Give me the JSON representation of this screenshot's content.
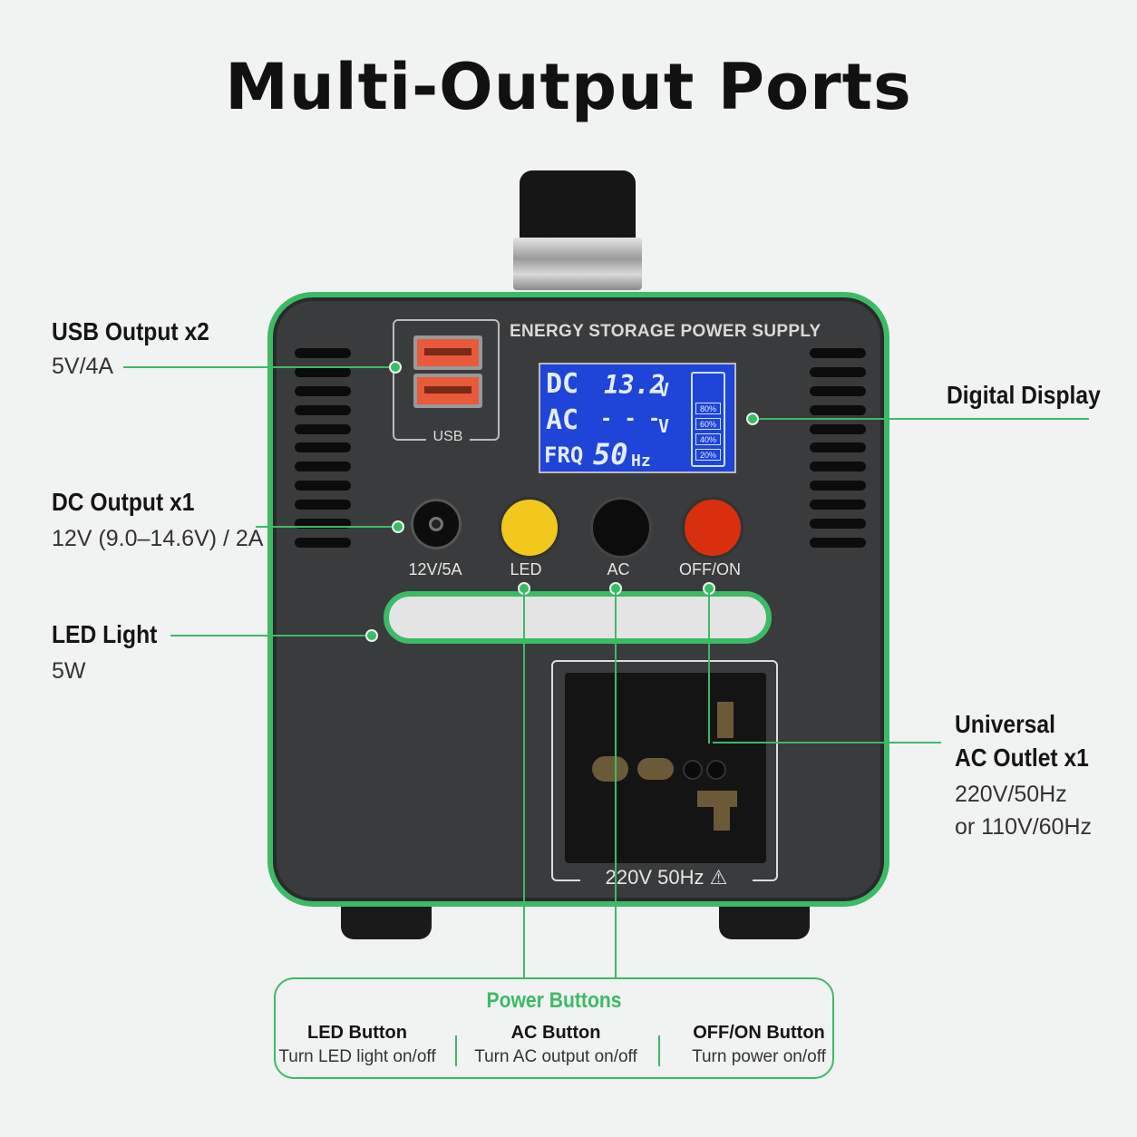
{
  "title": "Multi-Output Ports",
  "device": {
    "brand_text": "ENERGY STORAGE POWER SUPPLY",
    "usb_port_label": "USB",
    "lcd": {
      "dc_label": "DC",
      "dc_value": "13.2",
      "dc_unit": "V",
      "ac_label": "AC",
      "ac_value": "- - -",
      "ac_unit": "V",
      "frq_label": "FRQ",
      "frq_value": "50",
      "frq_unit": "Hz",
      "battery_levels": [
        "80%",
        "60%",
        "40%",
        "20%"
      ]
    },
    "dc_jack_label": "12V/5A",
    "buttons": [
      {
        "label": "LED",
        "color": "#f2c81e"
      },
      {
        "label": "AC",
        "color": "#0c0c0c"
      },
      {
        "label": "OFF/ON",
        "color": "#d8300e"
      }
    ],
    "outlet_label": "220V 50Hz ⚠"
  },
  "callouts": {
    "usb": {
      "title": "USB Output x2",
      "spec": "5V/4A"
    },
    "dc": {
      "title": "DC Output x1",
      "spec": "12V (9.0–14.6V) / 2A"
    },
    "led": {
      "title": "LED Light",
      "spec": "5W"
    },
    "display": {
      "title": "Digital Display"
    },
    "ac": {
      "title_line1": "Universal",
      "title_line2": "AC Outlet x1",
      "spec_line1": "220V/50Hz",
      "spec_line2": "or 110V/60Hz"
    }
  },
  "power_buttons": {
    "title": "Power Buttons",
    "items": [
      {
        "name": "LED Button",
        "desc": "Turn LED light on/off"
      },
      {
        "name": "AC Button",
        "desc": "Turn AC output on/off"
      },
      {
        "name": "OFF/ON Button",
        "desc": "Turn power on/off"
      }
    ]
  },
  "colors": {
    "accent": "#3dba66",
    "body": "#3a3b3c",
    "lcd": "#1f44d8"
  }
}
